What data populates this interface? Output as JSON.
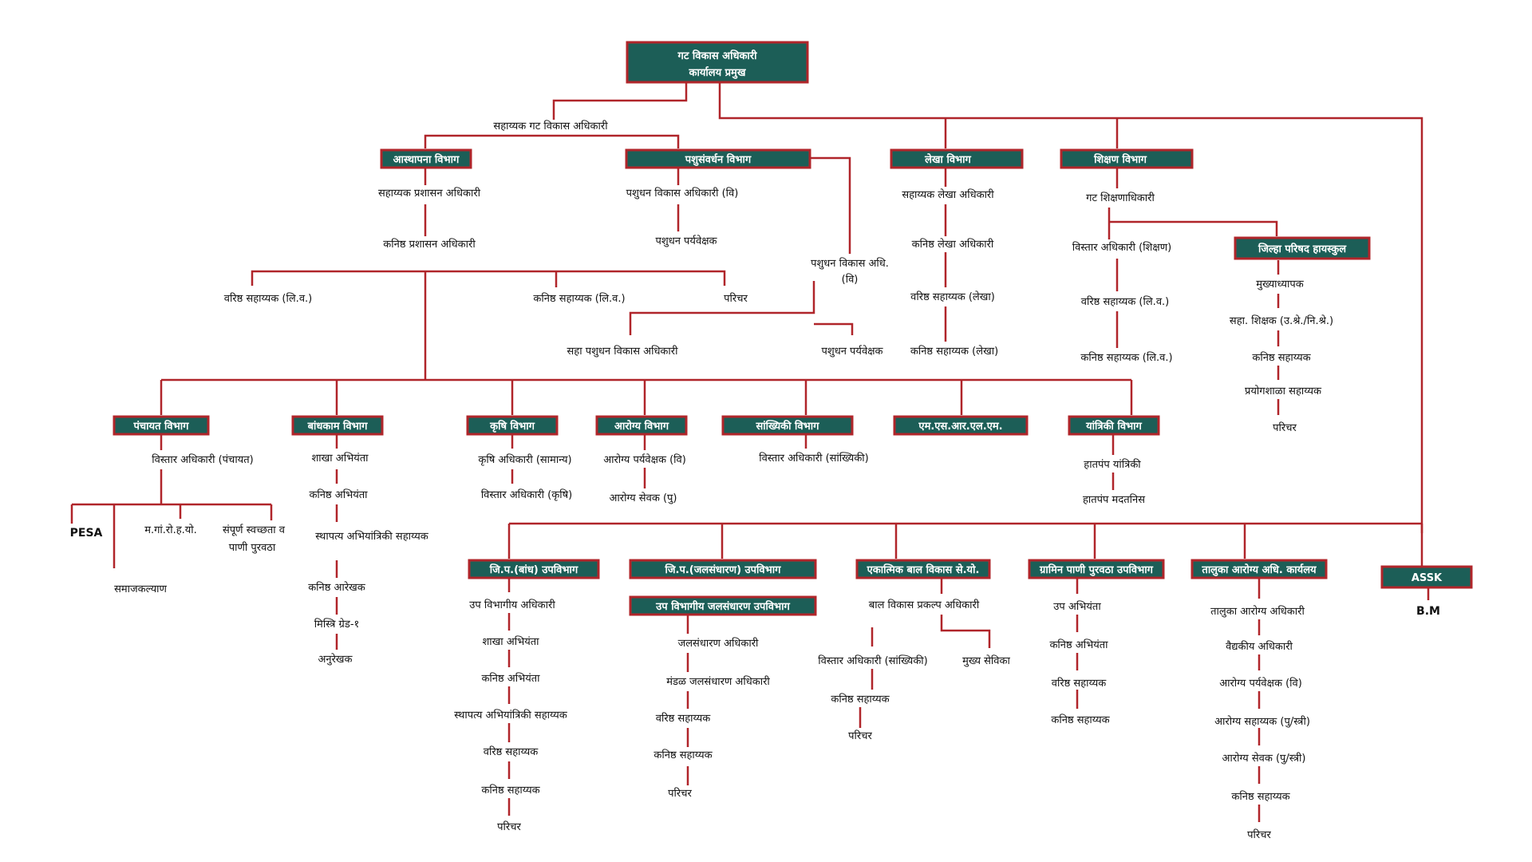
{
  "header": {
    "title_line1": "गट विकास अधिकारी",
    "title_line2": "कार्यालय प्रमुख"
  },
  "boxes": {
    "asthapana": "आस्थापना विभाग",
    "pashusanvardhan": "पशुसंवर्धन विभाग",
    "lekha": "लेखा विभाग",
    "shikshan": "शिक्षण विभाग",
    "zp_highschool": "जिल्हा परिषद हायस्कुल",
    "panchayat": "पंचायत विभाग",
    "bandhkam": "बांधकाम विभाग",
    "krushi": "कृषि विभाग",
    "arogya": "आरोग्य विभाग",
    "sankhyiki": "सांख्यिकी विभाग",
    "msrlm": "एम.एस.आर.एल.एम.",
    "yantriki": "यांत्रिकी विभाग",
    "zp_bandh": "जि.प.(बांध) उपविभाग",
    "zp_jal": "जि.प.(जलसंधारण) उपविभाग",
    "up_jal": "उप विभागीय जलसंधारण उपविभाग",
    "ekatmik": "एकात्मिक बाल विकास से.यो.",
    "gramin_pani": "ग्रामिन पाणी पुरवठा उपविभाग",
    "taluka_arogya": "तालुका आरोग्य अधि. कार्यलय",
    "assk": "ASSK"
  },
  "labels": {
    "sahayyak_gat": "सहाय्यक गट विकास अधिकारी",
    "sah_prashasan": "सहाय्यक प्रशासन अधिकारी",
    "kanishth_prashasan": "कनिष्ठ प्रशासन अधिकारी",
    "pashudhan_vikas_vi": "पशुधन विकास अधिकारी (वि)",
    "pashudhan_paryavekshak": "पशुधन पर्यवेक्षक",
    "pashudhan_vikas_adhi_l1": "पशुधन विकास अधि.",
    "pashudhan_vikas_adhi_l2": "(वि)",
    "varishth_sah_liv": "वरिष्ठ सहाय्यक (लि.व.)",
    "kanishth_sah_liv": "कनिष्ठ सहाय्यक (लि.व.)",
    "parichar": "परिचर",
    "saha_pashudhan": "सहा पशुधन विकास अधिकारी",
    "pashudhan_paryavekshak2": "पशुधन पर्यवेक्षक",
    "sah_lekha": "सहाय्यक लेखा अधिकारी",
    "kanishth_lekha": "कनिष्ठ लेखा अधिकारी",
    "varishth_sah_lekha": "वरिष्ठ सहाय्यक (लेखा)",
    "kanishth_sah_lekha": "कनिष्ठ सहाय्यक (लेखा)",
    "gat_shikshan": "गट शिक्षणाधिकारी",
    "vistar_shikshan": "विस्तार अधिकारी (शिक्षण)",
    "varishth_sah_liv2": "वरिष्ठ सहाय्यक (लि.व.)",
    "kanishth_sah_liv2": "कनिष्ठ सहाय्यक (लि.व.)",
    "mukhyadhyapak": "मुख्याध्यापक",
    "saha_shikshak": "सहा. शिक्षक (उ.श्रे./नि.श्रे.)",
    "kanishth_sahayyak_hs": "कनिष्ठ सहाय्यक",
    "prayogshala": "प्रयोगशाळा सहाय्यक",
    "parichar_hs": "परिचर",
    "vistar_panchayat": "विस्तार अधिकारी (पंचायत)",
    "pesa": "PESA",
    "mgnrega": "म.गां.रो.ह.यो.",
    "swachhata_l1": "संपूर्ण स्वच्छता व",
    "swachhata_l2": "पाणी पुरवठा",
    "samajkalyan": "समाजकल्याण",
    "shakha_abhiyanta": "शाखा अभियंता",
    "kanishth_abhiyanta": "कनिष्ठ अभियंता",
    "sthapatya": "स्थापत्य अभियांत्रिकी सहाय्यक",
    "kanishth_arekhak": "कनिष्ठ आरेखक",
    "mistri": "मिस्त्रि ग्रेड-१",
    "anurekhak": "अनुरेखक",
    "krushi_adhikari": "कृषि अधिकारी (सामान्य)",
    "vistar_krushi": "विस्तार अधिकारी (कृषि)",
    "arogya_paryavekshak": "आरोग्य पर्यवेक्षक (वि)",
    "arogya_sevak": "आरोग्य सेवक (पु)",
    "vistar_sankhyiki": "विस्तार अधिकारी (सांख्यिकी)",
    "hatpamp_yantriki": "हातपंप यांत्रिकी",
    "hatpamp_madatnis": "हातपंप मदतनिस",
    "up_vibhagiya": "उप विभागीय अधिकारी",
    "shakha_abhiyanta2": "शाखा अभियंता",
    "kanishth_abhiyanta2": "कनिष्ठ अभियंता",
    "sthapatya2": "स्थापत्य अभियांत्रिकी सहाय्यक",
    "varishth_sahayyak_b": "वरिष्ठ सहाय्यक",
    "kanishth_sahayyak_b": "कनिष्ठ सहाय्यक",
    "parichar_b": "परिचर",
    "jalsandharan": "जलसंधारण अधिकारी",
    "mandal_jalsandharan": "मंडळ जलसंधारण अधिकारी",
    "varishth_sahayyak_j": "वरिष्ठ सहाय्यक",
    "kanishth_sahayyak_j": "कनिष्ठ सहाय्यक",
    "parichar_j": "परिचर",
    "bal_vikas": "बाल विकास प्रकल्प अधिकारी",
    "vistar_sankhyiki2": "विस्तार अधिकारी (सांख्यिकी)",
    "mukhya_sevika": "मुख्य सेविका",
    "kanishth_sahayyak_e": "कनिष्ठ सहाय्यक",
    "parichar_e": "परिचर",
    "up_abhiyanta": "उप अभियंता",
    "kanishth_abhiyanta_g": "कनिष्ठ अभियंता",
    "varishth_sahayyak_g": "वरिष्ठ सहाय्यक",
    "kanishth_sahayyak_g": "कनिष्ठ सहाय्यक",
    "taluka_arogya_adhikari": "तालुका आरोग्य अधिकारी",
    "vaidyakiya": "वैद्यकीय अधिकारी",
    "arogya_paryavekshak2": "आरोग्य पर्यवेक्षक (वि)",
    "arogya_sahayyak": "आरोग्य सहाय्यक (पु/स्त्री)",
    "arogya_sevak2": "आरोग्य सेवक (पु/स्त्री)",
    "kanishth_sahayyak_t": "कनिष्ठ सहाय्यक",
    "parichar_t": "परिचर",
    "bm": "B.M"
  }
}
